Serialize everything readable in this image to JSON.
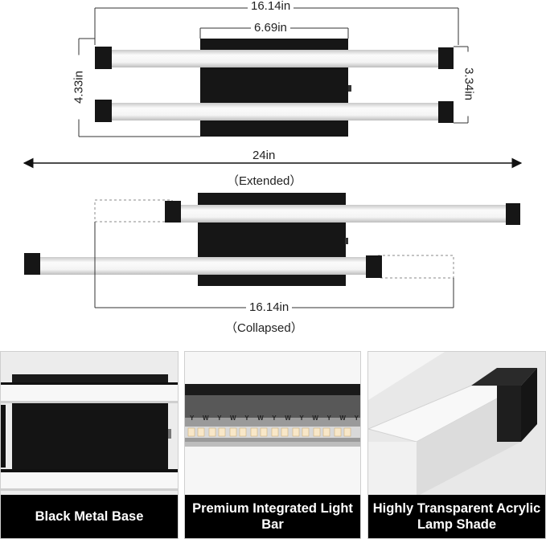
{
  "dimensions": {
    "top_width": "16.14in",
    "base_width": "6.69in",
    "bar_spacing": "3.34in",
    "total_height": "4.33in",
    "extended_length": "24in",
    "extended_label": "（Extended）",
    "collapsed_width": "16.14in",
    "collapsed_label": "（Collapsed）"
  },
  "panels": [
    {
      "caption": "Black Metal Base"
    },
    {
      "caption": "Premium Integrated Light Bar"
    },
    {
      "caption": "Highly Transparent Acrylic Lamp Shade"
    }
  ],
  "led_labels": [
    "Y",
    "W",
    "Y",
    "W",
    "Y",
    "W",
    "Y",
    "W",
    "Y",
    "W",
    "Y",
    "W",
    "Y"
  ],
  "colors": {
    "fixture_black": "#161616",
    "bar_white": "#f4f4f4",
    "caption_bg": "#000000",
    "caption_text": "#ffffff"
  }
}
